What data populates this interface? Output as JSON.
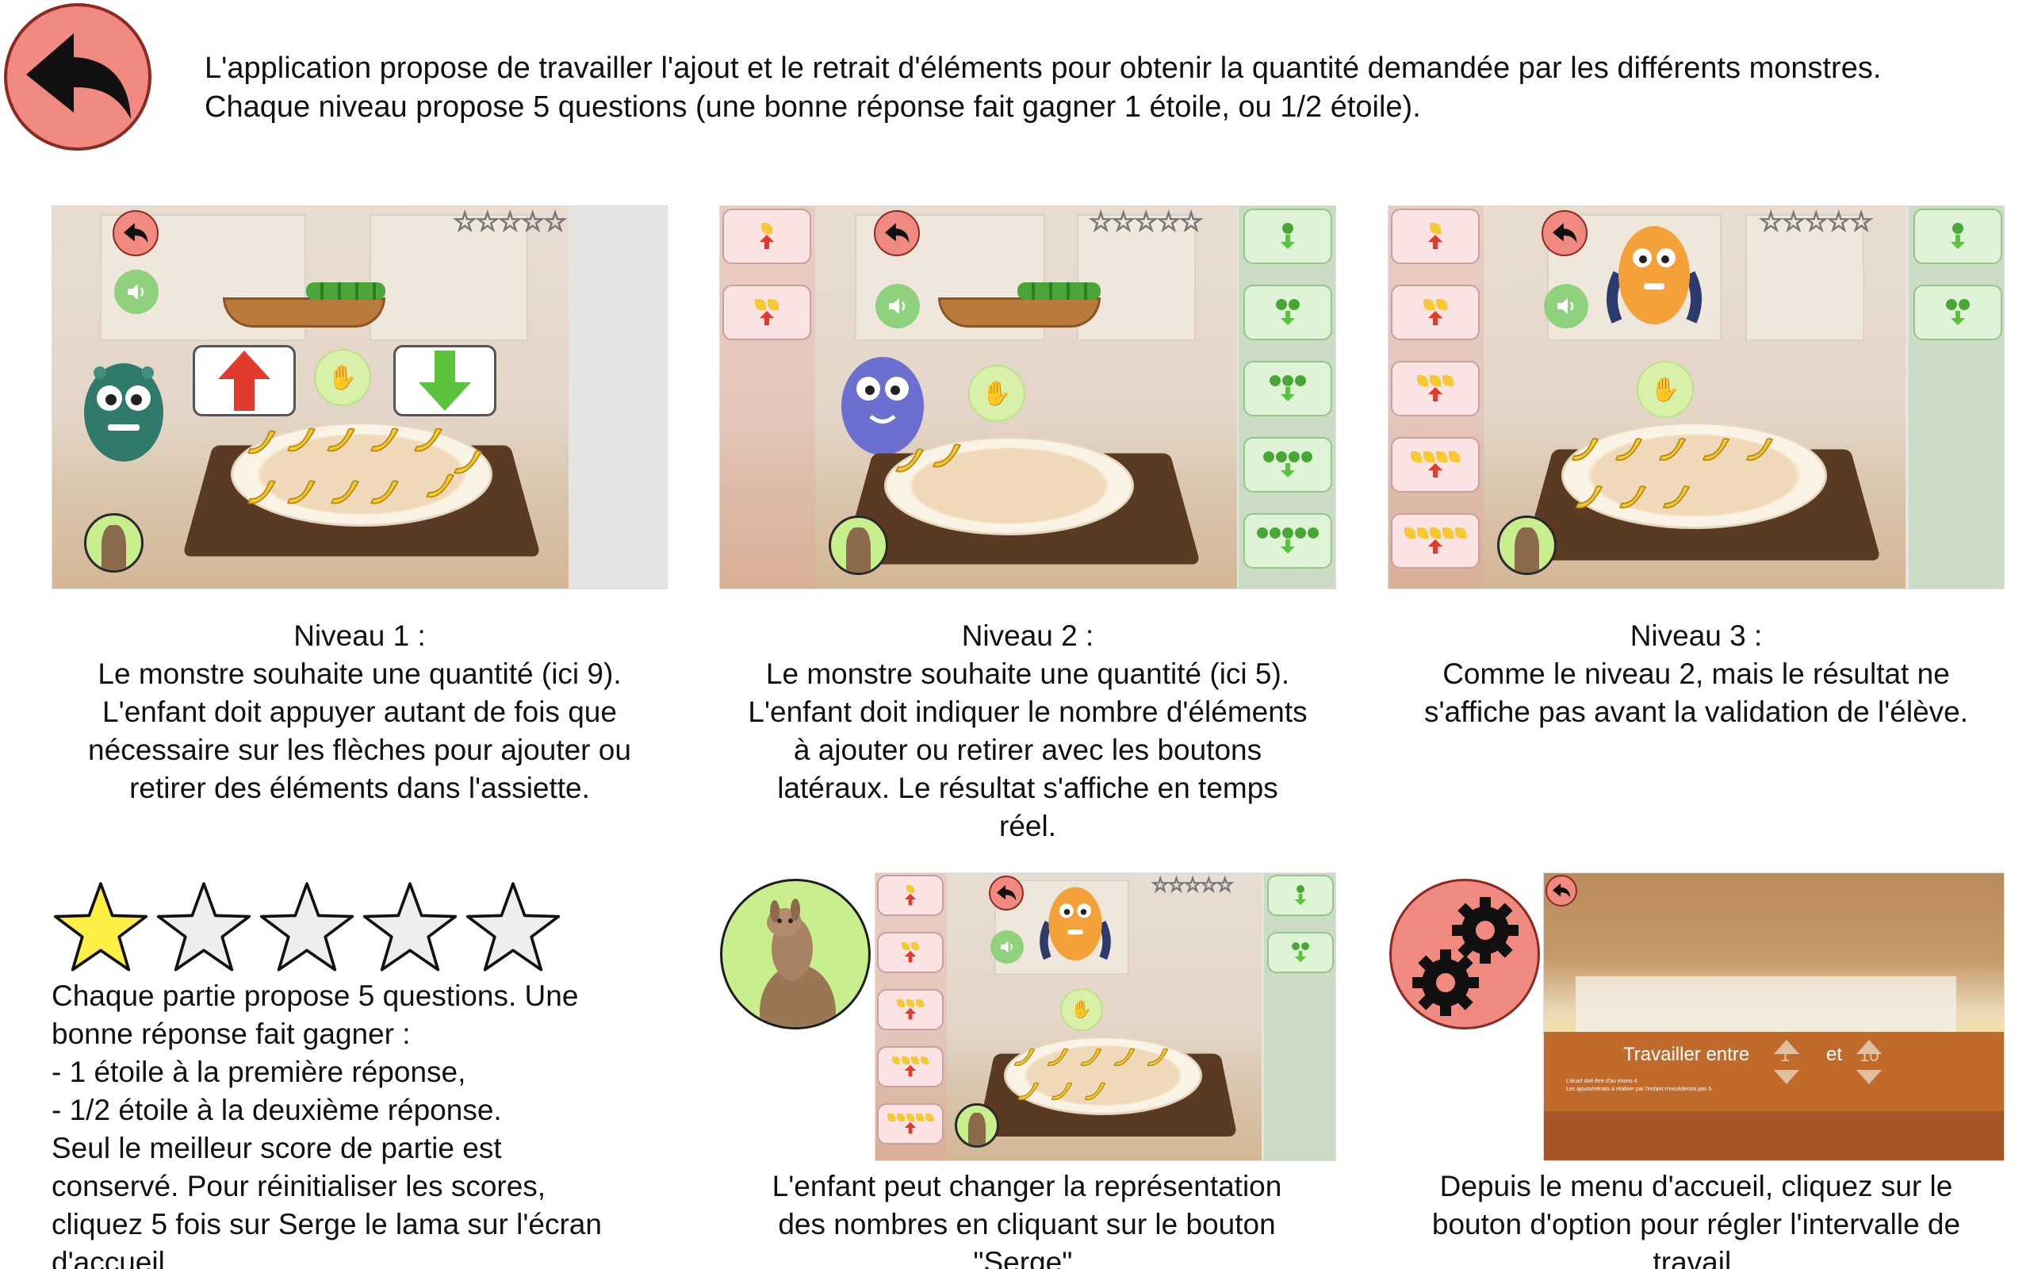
{
  "intro": {
    "line1": "L'application propose de travailler l'ajout et le retrait d'éléments pour obtenir la quantité demandée par les différents monstres.",
    "line2": "Chaque niveau propose 5 questions (une bonne réponse fait gagner 1 étoile, ou 1/2 étoile)."
  },
  "levels": [
    {
      "title": "Niveau 1 :",
      "lines": [
        "Le monstre souhaite une quantité (ici 9).",
        "L'enfant doit appuyer autant de fois que",
        "nécessaire sur les flèches pour ajouter ou",
        "retirer des éléments dans l'assiette."
      ]
    },
    {
      "title": "Niveau 2 :",
      "lines": [
        "Le monstre souhaite une quantité (ici 5).",
        "L'enfant doit indiquer le nombre d'éléments",
        "à ajouter ou retirer avec les boutons",
        "latéraux. Le résultat s'affiche en temps",
        "réel."
      ]
    },
    {
      "title": "Niveau 3 :",
      "lines": [
        "Comme le niveau 2, mais le résultat ne",
        "s'affiche pas avant la validation de l'élève."
      ]
    }
  ],
  "score": {
    "stars_filled": 1,
    "stars_total": 5,
    "lines": [
      "Chaque partie propose 5 questions. Une",
      "bonne réponse fait gagner :",
      "- 1 étoile à la première réponse,",
      "- 1/2 étoile à la deuxième réponse.",
      "Seul le meilleur score de partie est",
      "conservé. Pour réinitialiser les scores,",
      "cliquez 5 fois sur Serge le lama sur l'écran",
      "d'accueil."
    ]
  },
  "serge_caption": {
    "lines": [
      "L'enfant peut changer la représentation",
      "des nombres en cliquant sur le bouton",
      "\"Serge\"."
    ]
  },
  "options_caption": {
    "lines": [
      "Depuis le menu d'accueil, cliquez sur le",
      "bouton d'option pour régler l'intervalle de",
      "travail."
    ]
  },
  "options_screen": {
    "label_between": "Travailler entre",
    "value_min": "1",
    "label_and": "et",
    "value_max": "10",
    "note1": "L'écart doit être d'au moins 4",
    "note2": "Les ajouts/retraits à réaliser par l'enfant n'excéderont pas 5."
  },
  "colors": {
    "red_button": "#f08a80",
    "green_button": "#8fd17c",
    "star_gold": "#ffee44",
    "star_empty": "#eeeeee"
  }
}
